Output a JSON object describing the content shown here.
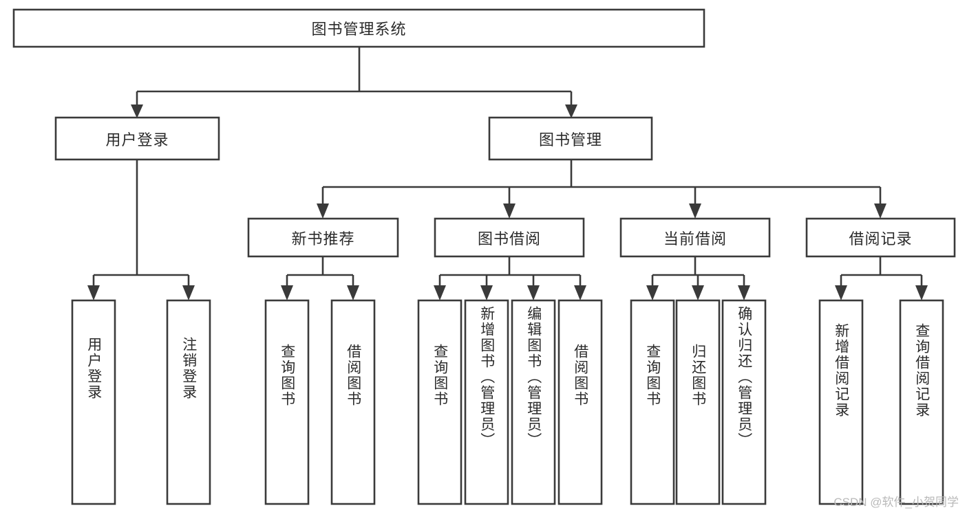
{
  "diagram": {
    "type": "hierarchy-tree",
    "title": "图书管理系统",
    "watermark": "CSDN @软件_小贺同学",
    "colors": {
      "box_stroke": "#3a3a3a",
      "box_fill": "#ffffff",
      "text": "#2b2b2b",
      "background": "#ffffff",
      "watermark": "#b9b9b9"
    },
    "levels": {
      "root": {
        "label": "图书管理系统"
      },
      "level2": [
        {
          "id": "user-login",
          "label": "用户登录"
        },
        {
          "id": "book-management",
          "label": "图书管理"
        }
      ],
      "level3": [
        {
          "id": "new-book-recommend",
          "label": "新书推荐",
          "parent": "book-management"
        },
        {
          "id": "book-borrow",
          "label": "图书借阅",
          "parent": "book-management"
        },
        {
          "id": "current-borrow",
          "label": "当前借阅",
          "parent": "book-management"
        },
        {
          "id": "borrow-record",
          "label": "借阅记录",
          "parent": "book-management"
        }
      ],
      "leaves": [
        {
          "id": "leaf-user-login",
          "label": "用户登录",
          "parent": "user-login"
        },
        {
          "id": "leaf-user-logout",
          "label": "注销登录",
          "parent": "user-login"
        },
        {
          "id": "leaf-query-book-1",
          "label": "查询图书",
          "parent": "new-book-recommend"
        },
        {
          "id": "leaf-borrow-book-1",
          "label": "借阅图书",
          "parent": "new-book-recommend"
        },
        {
          "id": "leaf-query-book-2",
          "label": "查询图书",
          "parent": "book-borrow"
        },
        {
          "id": "leaf-add-book",
          "label": "新增图书（管理员）",
          "parent": "book-borrow"
        },
        {
          "id": "leaf-edit-book",
          "label": "编辑图书（管理员）",
          "parent": "book-borrow"
        },
        {
          "id": "leaf-borrow-book-2",
          "label": "借阅图书",
          "parent": "book-borrow"
        },
        {
          "id": "leaf-query-book-3",
          "label": "查询图书",
          "parent": "current-borrow"
        },
        {
          "id": "leaf-return-book",
          "label": "归还图书",
          "parent": "current-borrow"
        },
        {
          "id": "leaf-confirm-return",
          "label": "确认归还（管理员）",
          "parent": "current-borrow"
        },
        {
          "id": "leaf-add-record",
          "label": "新增借阅记录",
          "parent": "borrow-record"
        },
        {
          "id": "leaf-query-record",
          "label": "查询借阅记录",
          "parent": "borrow-record"
        }
      ]
    }
  }
}
